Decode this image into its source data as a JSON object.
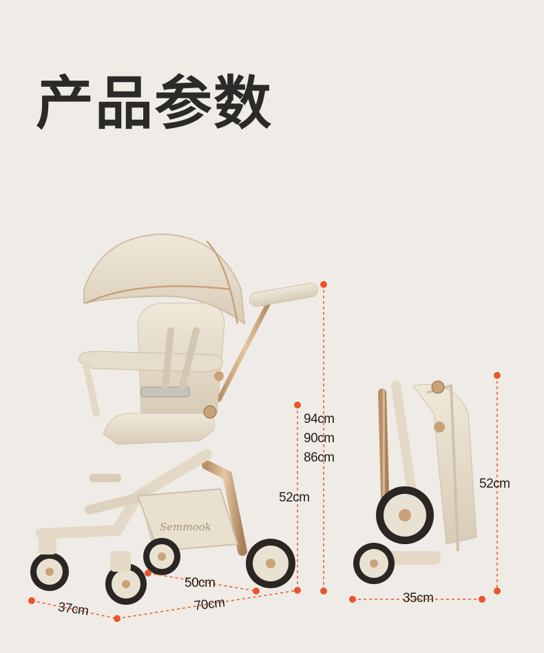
{
  "page": {
    "title": "产品参数"
  },
  "stroller": {
    "brand": "Semmook",
    "colors": {
      "body": "#e6ddcc",
      "frame": "#c9a27a",
      "wheel": "#2a2623",
      "accent": "#e8552c"
    }
  },
  "dimensions": {
    "unfolded_height": [
      "94cm",
      "90cm",
      "86cm"
    ],
    "seat_height": "52cm",
    "wheelbase": "50cm",
    "width": "37cm",
    "length": "70cm",
    "folded_height": "52cm",
    "folded_width": "35cm"
  }
}
